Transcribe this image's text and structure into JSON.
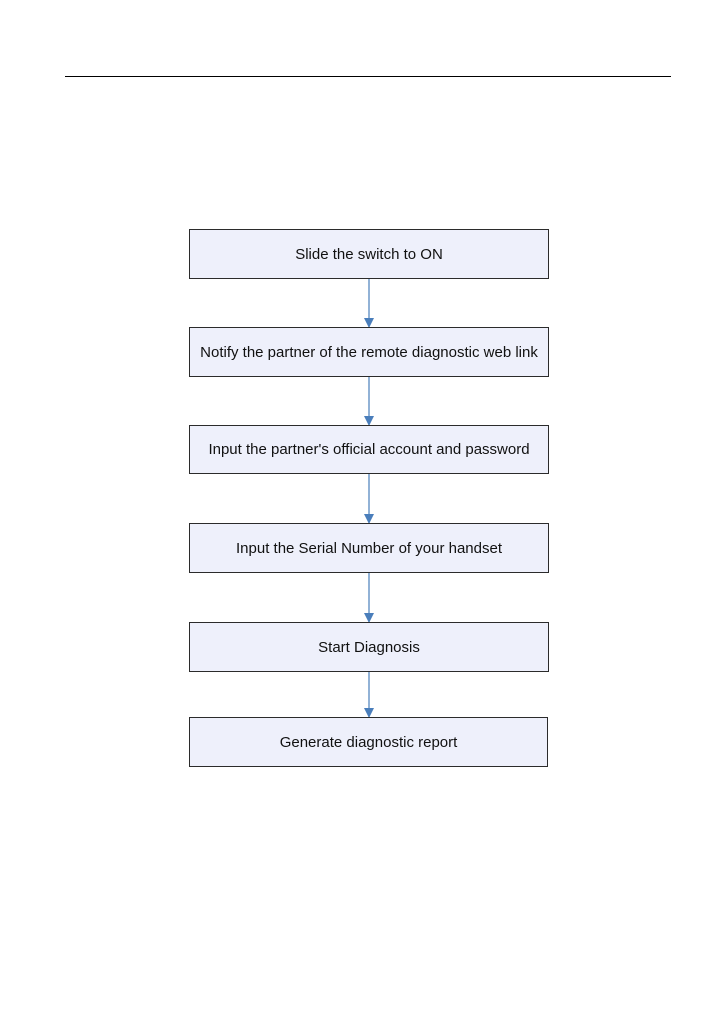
{
  "colors": {
    "box_fill": "#eef0fb",
    "box_border": "#2b2b2b",
    "connector": "#4a7ebb"
  },
  "flowchart": {
    "steps": [
      {
        "id": "step-1",
        "label": "Slide the switch to ON"
      },
      {
        "id": "step-2",
        "label": "Notify the partner of the remote diagnostic web link"
      },
      {
        "id": "step-3",
        "label": "Input the partner's official account and password"
      },
      {
        "id": "step-4",
        "label": "Input the Serial Number of your handset"
      },
      {
        "id": "step-5",
        "label": "Start Diagnosis"
      },
      {
        "id": "step-6",
        "label": "Generate diagnostic report"
      }
    ],
    "edges": [
      {
        "from": "step-1",
        "to": "step-2"
      },
      {
        "from": "step-2",
        "to": "step-3"
      },
      {
        "from": "step-3",
        "to": "step-4"
      },
      {
        "from": "step-4",
        "to": "step-5"
      },
      {
        "from": "step-5",
        "to": "step-6"
      }
    ]
  }
}
